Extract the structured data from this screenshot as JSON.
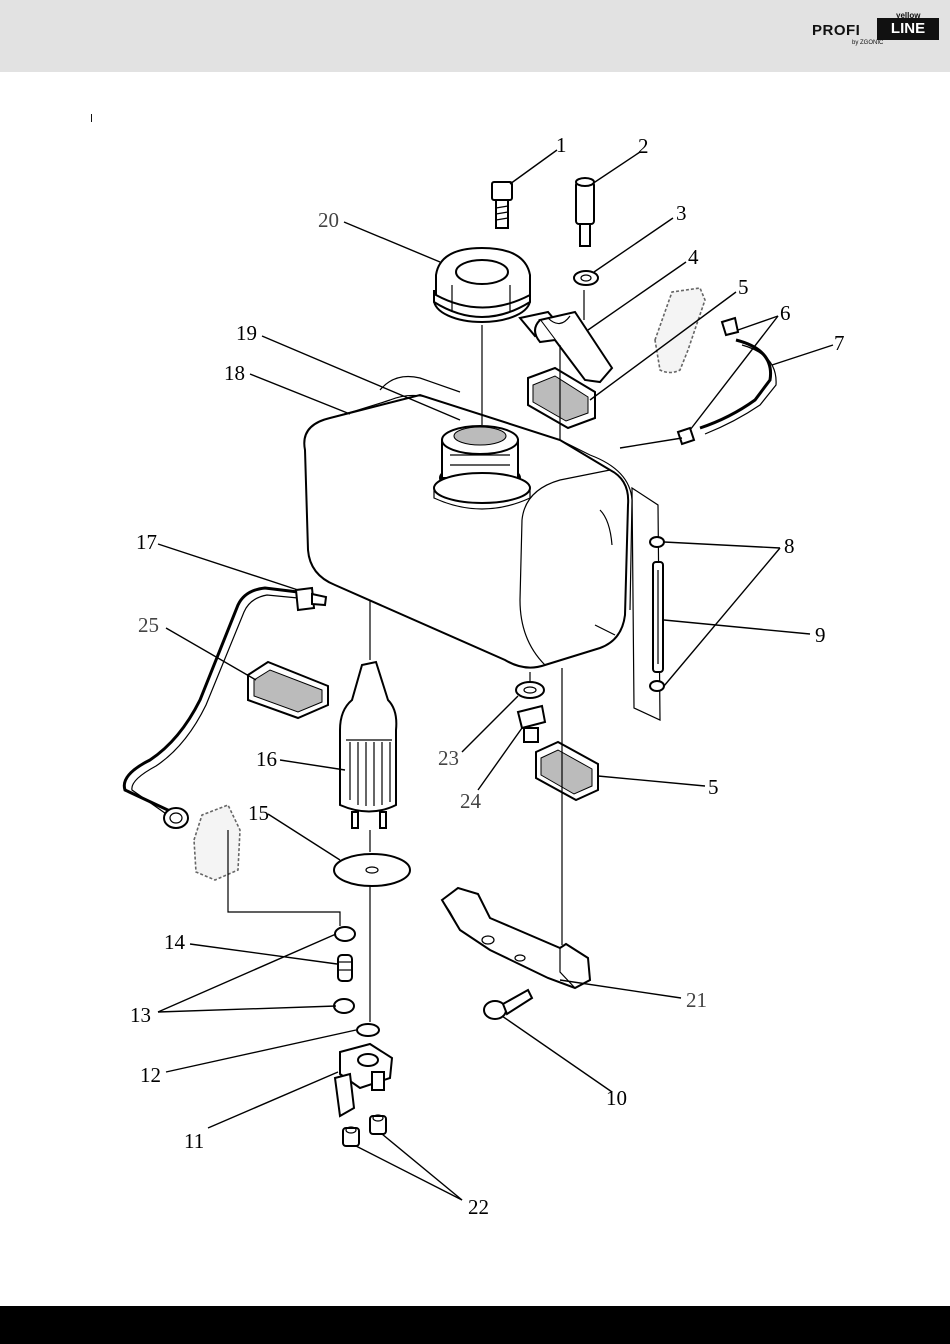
{
  "brand": {
    "name_part1": "PROFI",
    "name_part2": "LINE",
    "sub": "yellow",
    "by": "by ZGONIC"
  },
  "callouts": [
    {
      "id": "label-1",
      "text": "1"
    },
    {
      "id": "label-2",
      "text": "2"
    },
    {
      "id": "label-3",
      "text": "3"
    },
    {
      "id": "label-4",
      "text": "4"
    },
    {
      "id": "label-5a",
      "text": "5"
    },
    {
      "id": "label-6",
      "text": "6"
    },
    {
      "id": "label-7",
      "text": "7"
    },
    {
      "id": "label-8",
      "text": "8"
    },
    {
      "id": "label-9",
      "text": "9"
    },
    {
      "id": "label-5b",
      "text": "5"
    },
    {
      "id": "label-21",
      "text": "21"
    },
    {
      "id": "label-10",
      "text": "10"
    },
    {
      "id": "label-20",
      "text": "20"
    },
    {
      "id": "label-19",
      "text": "19"
    },
    {
      "id": "label-18",
      "text": "18"
    },
    {
      "id": "label-17",
      "text": "17"
    },
    {
      "id": "label-25",
      "text": "25"
    },
    {
      "id": "label-16",
      "text": "16"
    },
    {
      "id": "label-15",
      "text": "15"
    },
    {
      "id": "label-14",
      "text": "14"
    },
    {
      "id": "label-13",
      "text": "13"
    },
    {
      "id": "label-12",
      "text": "12"
    },
    {
      "id": "label-11",
      "text": "11"
    },
    {
      "id": "label-22",
      "text": "22"
    },
    {
      "id": "label-23",
      "text": "23"
    },
    {
      "id": "label-24",
      "text": "24"
    }
  ]
}
